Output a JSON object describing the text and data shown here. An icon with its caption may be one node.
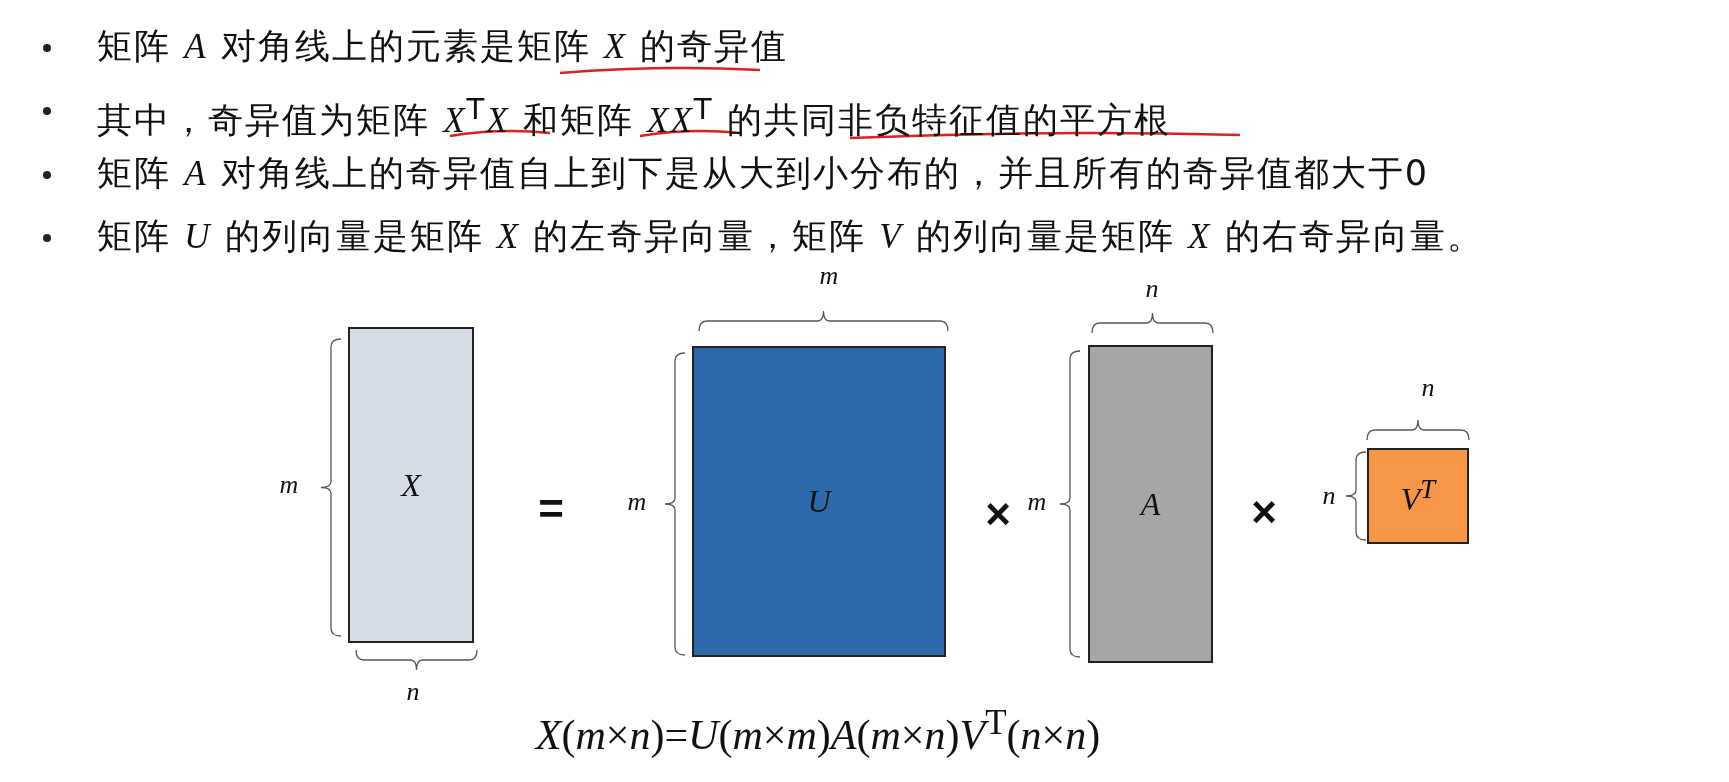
{
  "diagram": {
    "nodes": [
      {
        "text": [
          "X"
        ]
      },
      {
        "text": [
          "U"
        ]
      },
      {
        "text": [
          "A"
        ]
      },
      {
        "text": [
          "V$^{T}$"
        ]
      }
    ],
    "labels": [
      "矩阵 *A* 对角线上的元素是矩阵 *X* 的奇异值",
      "其中，奇异值为矩阵 *X*$^{T}$*X* 和矩阵 *XX*$^{T}$ 的共同非负特征值的平方根",
      "矩阵 *A* 对角线上的奇异值自上到下是从大到小分布的，并且所有的奇异值都大于0",
      "矩阵 *U* 的列向量是矩阵 *X* 的左奇异向量，矩阵 *V* 的列向量是矩阵 *X* 的右奇异向量。",
      "m",
      "n",
      "=",
      "m",
      "m",
      "×",
      "n",
      "m",
      "×",
      "n",
      "n",
      "*X*(*m*×*n*)=*U*(*m*×*m*)*A*(*m*×*n*)*V*$^{T}$(*n*×*n*)"
    ]
  }
}
